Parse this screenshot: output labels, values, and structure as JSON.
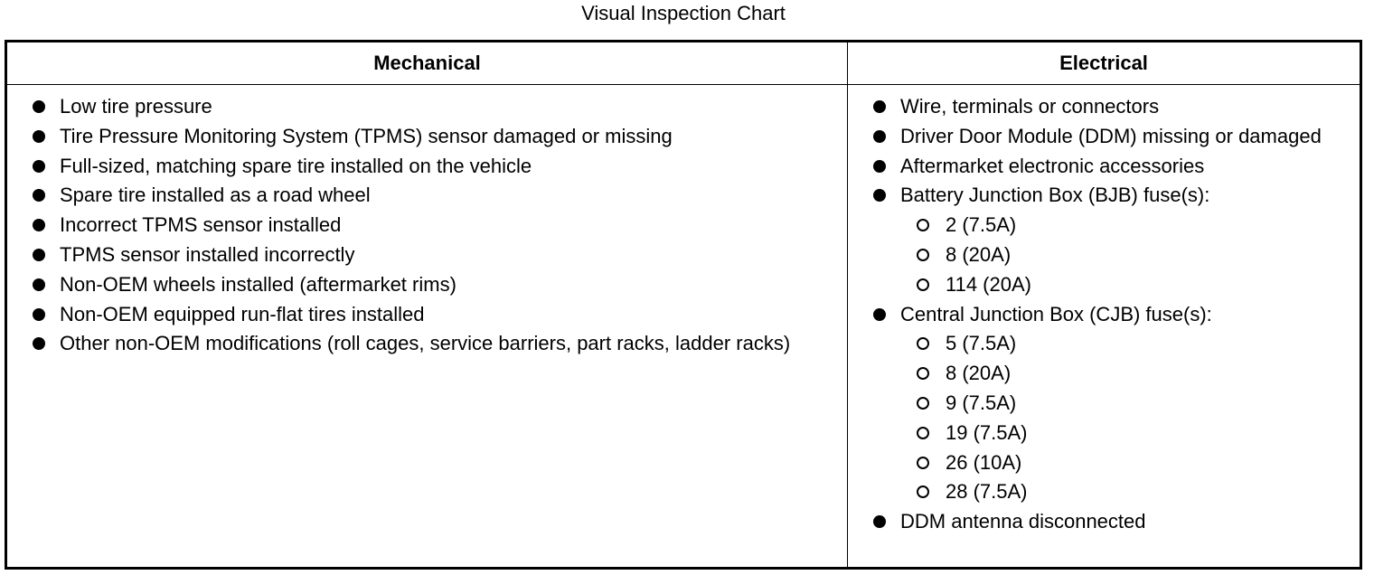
{
  "caption": "Visual Inspection Chart",
  "table": {
    "columns": [
      "Mechanical",
      "Electrical"
    ],
    "mechanical": [
      {
        "text": "Low tire pressure"
      },
      {
        "text": "Tire Pressure Monitoring System (TPMS) sensor damaged or missing"
      },
      {
        "text": "Full-sized, matching spare tire installed on the vehicle"
      },
      {
        "text": "Spare tire installed as a road wheel"
      },
      {
        "text": "Incorrect TPMS sensor installed"
      },
      {
        "text": "TPMS sensor installed incorrectly"
      },
      {
        "text": "Non-OEM wheels installed (aftermarket rims)"
      },
      {
        "text": "Non-OEM equipped run-flat tires installed"
      },
      {
        "text": "Other non-OEM modifications (roll cages, service barriers, part racks, ladder racks)"
      }
    ],
    "electrical": [
      {
        "text": "Wire, terminals or connectors"
      },
      {
        "text": "Driver Door Module (DDM) missing or damaged"
      },
      {
        "text": "Aftermarket electronic accessories"
      },
      {
        "text": "Battery Junction Box (BJB) fuse(s):",
        "sub": [
          "2 (7.5A)",
          "8 (20A)",
          "114 (20A)"
        ]
      },
      {
        "text": "Central Junction Box (CJB) fuse(s):",
        "sub": [
          "5 (7.5A)",
          "8 (20A)",
          "9 (7.5A)",
          "19 (7.5A)",
          "26 (10A)",
          "28 (7.5A)"
        ]
      },
      {
        "text": "DDM antenna disconnected"
      }
    ]
  }
}
